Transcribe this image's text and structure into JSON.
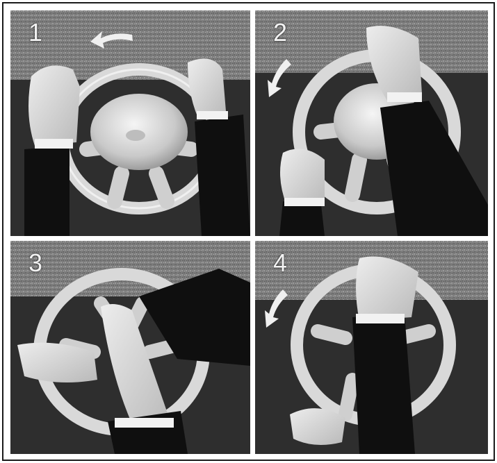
{
  "panels": [
    {
      "step": "1",
      "arrow": "counterclockwise-arrow-icon"
    },
    {
      "step": "2",
      "arrow": "counterclockwise-arrow-icon"
    },
    {
      "step": "3"
    },
    {
      "step": "4",
      "arrow": "counterclockwise-arrow-icon"
    }
  ],
  "colors": {
    "background_light": "#8a8a8a",
    "background_dark": "#2c2c2c",
    "wheel": "#d9d9d9",
    "skin": "#dcdcdc",
    "sleeve": "#0f0f0f",
    "border": "#1a1a1a"
  }
}
